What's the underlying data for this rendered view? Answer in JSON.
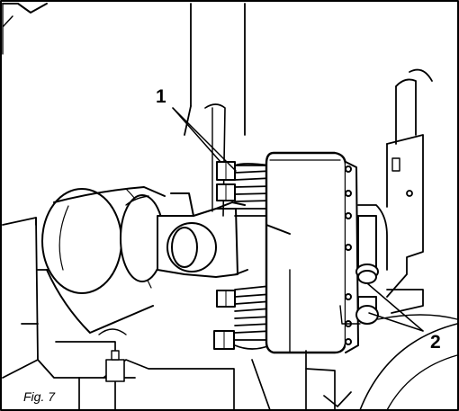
{
  "figure": {
    "caption": "Fig. 7",
    "callouts": [
      {
        "label": "1"
      },
      {
        "label": "2"
      }
    ],
    "colors": {
      "ink": "#000000",
      "paper": "#ffffff"
    }
  }
}
